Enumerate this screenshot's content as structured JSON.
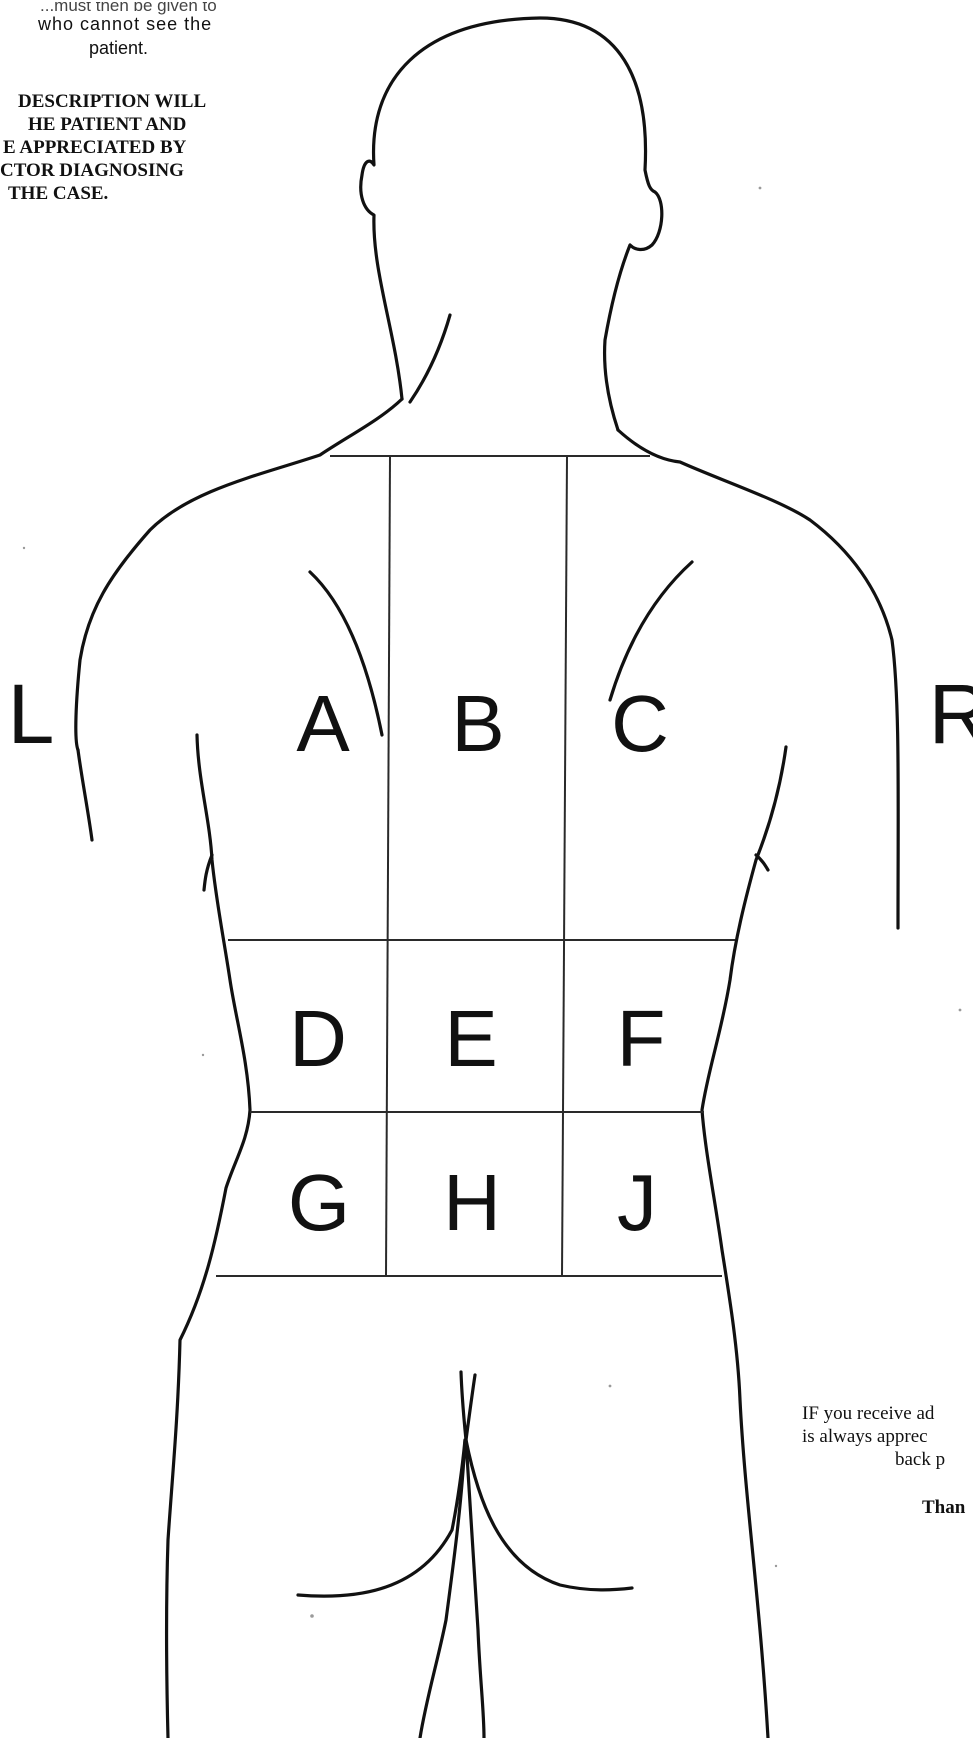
{
  "header_note": {
    "line1": "...must then be given to",
    "line2": "who  cannot  see  the",
    "line3": "patient."
  },
  "description_note": {
    "line1": "DESCRIPTION WILL",
    "line2": "HE  PATIENT  AND",
    "line3": "E  APPRECIATED  BY",
    "line4": "CTOR  DIAGNOSING",
    "line5": "THE CASE."
  },
  "side_labels": {
    "left": "L",
    "right": "R"
  },
  "regions": {
    "a": "A",
    "b": "B",
    "c": "C",
    "d": "D",
    "e": "E",
    "f": "F",
    "g": "G",
    "h": "H",
    "j": "J"
  },
  "footer_note": {
    "line1": "IF you receive ad",
    "line2": "is always apprec",
    "line3": "back p",
    "thanks": "Than"
  },
  "colors": {
    "ink": "#111111",
    "paper": "#ffffff"
  }
}
